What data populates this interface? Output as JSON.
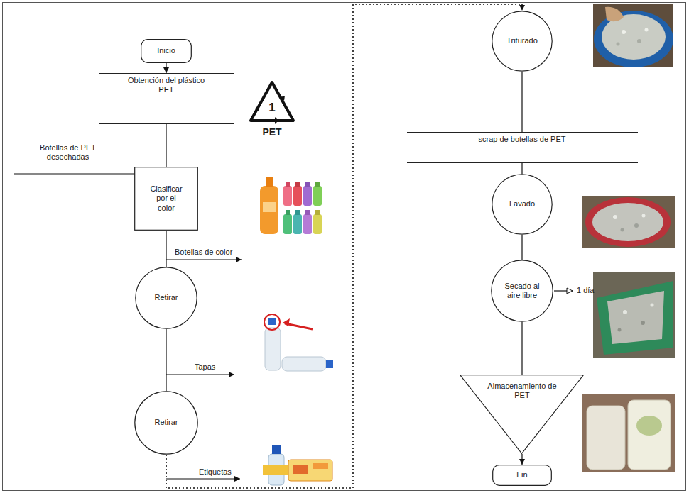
{
  "diagram": {
    "nodes": [
      {
        "text": [
          "Inicio"
        ]
      },
      {
        "text": [
          "Obtención del plástico PET"
        ]
      },
      {
        "text": [
          "Clasificar por el color"
        ]
      },
      {
        "text": [
          "Retirar"
        ]
      },
      {
        "text": [
          "Retirar"
        ]
      },
      {
        "text": [
          "Triturado"
        ]
      },
      {
        "text": [
          "scrap de botellas de PET"
        ]
      },
      {
        "text": [
          "Lavado"
        ]
      },
      {
        "text": [
          "Secado al aire libre"
        ]
      },
      {
        "text": [
          "Almacenamiento de PET"
        ]
      },
      {
        "text": [
          "Fin"
        ]
      }
    ],
    "edges": [
      {
        "from": 0,
        "to": 1,
        "arrow": "to"
      },
      {
        "from": 1,
        "to": 2,
        "arrow": "none"
      },
      {
        "from": 2,
        "to": 3,
        "arrow": "none"
      },
      {
        "from": 3,
        "to": 4,
        "arrow": "none"
      },
      {
        "from": 4,
        "to": 5,
        "arrow": "to"
      },
      {
        "from": 5,
        "to": 6,
        "arrow": "none"
      },
      {
        "from": 6,
        "to": 7,
        "arrow": "none"
      },
      {
        "from": 7,
        "to": 8,
        "arrow": "none"
      },
      {
        "from": 8,
        "to": 9,
        "arrow": "none"
      },
      {
        "from": 9,
        "to": 10,
        "arrow": "to"
      }
    ],
    "labels": [
      "1",
      "PET",
      "Botellas de PET desechadas",
      "Botellas de color",
      "Tapas",
      "Etiquetas",
      "1 día"
    ]
  }
}
